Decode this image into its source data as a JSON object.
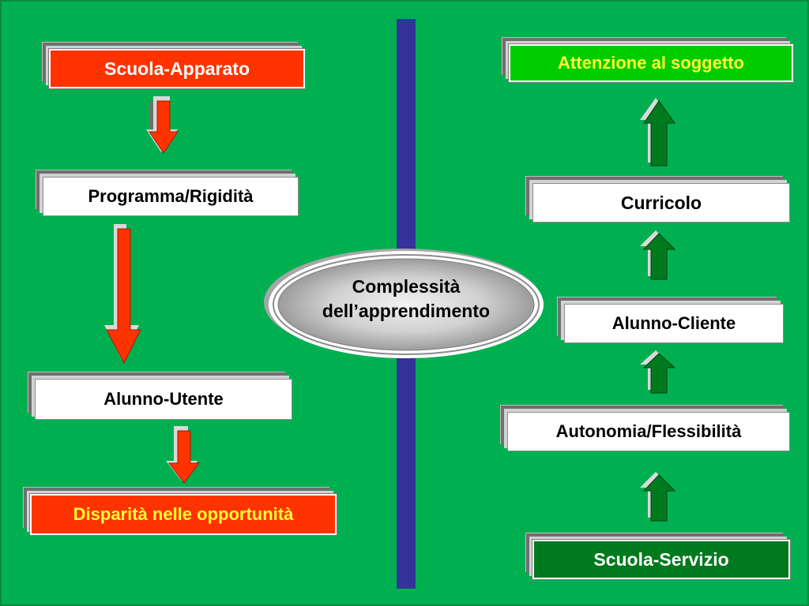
{
  "left_column": {
    "scuola_apparato": "Scuola-Apparato",
    "programma_rigidita": "Programma/Rigidità",
    "alunno_utente": "Alunno-Utente",
    "disparita": "Disparità nelle opportunità"
  },
  "center": {
    "line1": "Complessità",
    "line2": "dell’apprendimento"
  },
  "right_column": {
    "attenzione": "Attenzione al soggetto",
    "curricolo": "Curricolo",
    "alunno_cliente": "Alunno-Cliente",
    "autonomia": "Autonomia/Flessibilità",
    "scuola_servizio": "Scuola-Servizio"
  },
  "colors": {
    "background": "#00b050",
    "divider": "#333399",
    "left_arrows": "#ff3300",
    "right_arrows": "#007a1e",
    "red_box": "#ff3300",
    "red_box_text": "#ffffff",
    "red_box_text_alt": "#ffff33",
    "top_right_box": "#00cc00",
    "top_right_box_text": "#ffff33",
    "bottom_right_box": "#007a1e"
  },
  "icons": {
    "left_arrows": "down-arrow-icon",
    "right_arrows": "up-arrow-icon"
  }
}
